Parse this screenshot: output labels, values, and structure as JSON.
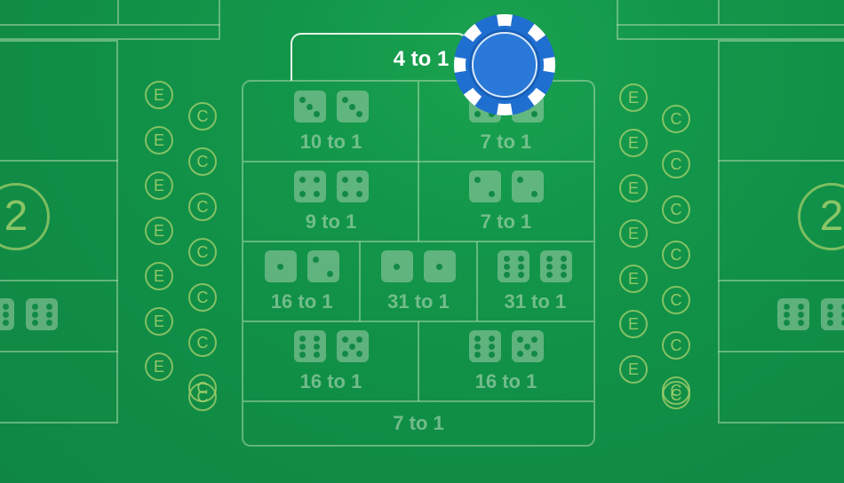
{
  "active_bet": {
    "label": "4 to 1"
  },
  "rows": [
    [
      {
        "odds": "10 to 1",
        "dice": [
          3,
          3
        ]
      },
      {
        "odds": "7 to 1",
        "dice": [
          4,
          3
        ]
      }
    ],
    [
      {
        "odds": "9 to 1",
        "dice": [
          4,
          4
        ]
      },
      {
        "odds": "7 to 1",
        "dice": [
          2,
          2
        ]
      }
    ],
    [
      {
        "odds": "16 to 1",
        "dice": [
          1,
          2
        ]
      },
      {
        "odds": "31 to 1",
        "dice": [
          1,
          1
        ]
      },
      {
        "odds": "31 to 1",
        "dice": [
          6,
          6
        ]
      }
    ],
    [
      {
        "odds": "16 to 1",
        "dice": [
          6,
          5
        ]
      },
      {
        "odds": "16 to 1",
        "dice": [
          6,
          5
        ]
      }
    ]
  ],
  "bottom": {
    "odds": "7 to 1"
  },
  "left_markers": {
    "e": "E",
    "c": "C"
  },
  "side_number": "2",
  "colors": {
    "felt": "#12964a",
    "chip_blue": "#1f6fd1",
    "chip_stripe": "#ffffff"
  }
}
